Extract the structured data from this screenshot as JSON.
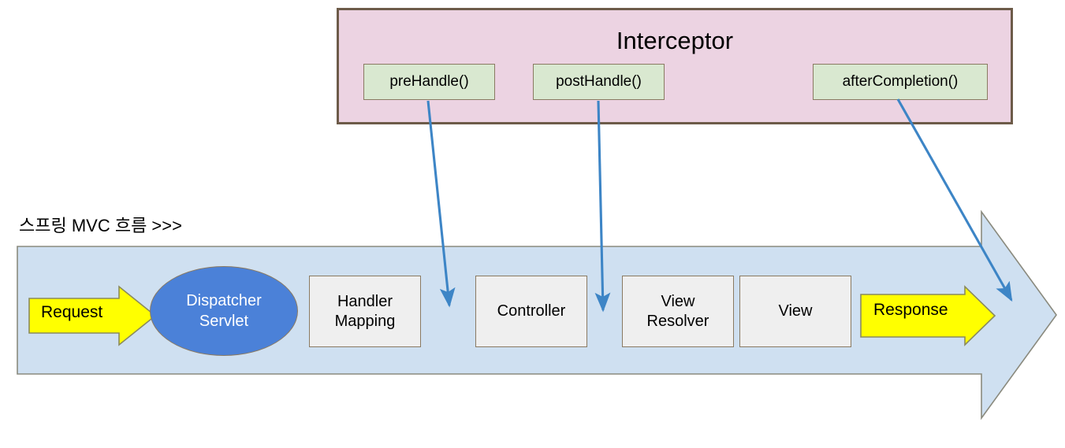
{
  "diagram": {
    "title_label": "스프링 MVC 흐름 >>>",
    "colors": {
      "interceptor_fill": "#ecd3e2",
      "interceptor_border": "#6d5b49",
      "method_fill": "#d9e8d0",
      "method_border": "#8a7a62",
      "band_fill": "#cfe0f1",
      "band_border": "#8a8a7e",
      "node_fill": "#efefef",
      "node_border": "#8a7a62",
      "dispatcher_fill": "#4b81d8",
      "dispatcher_text": "#ffffff",
      "yellow_fill": "#ffff00",
      "yellow_border": "#8a8a5e",
      "connector_stroke": "#3d85c6"
    }
  },
  "interceptor": {
    "title": "Interceptor",
    "methods": [
      {
        "id": "preHandle",
        "label": "preHandle()"
      },
      {
        "id": "postHandle",
        "label": "postHandle()"
      },
      {
        "id": "afterCompletion",
        "label": "afterCompletion()"
      }
    ]
  },
  "flow": {
    "request_label": "Request",
    "response_label": "Response",
    "dispatcher_line1": "Dispatcher",
    "dispatcher_line2": "Servlet",
    "nodes": [
      {
        "id": "handler-mapping",
        "line1": "Handler",
        "line2": "Mapping"
      },
      {
        "id": "controller",
        "line1": "Controller",
        "line2": ""
      },
      {
        "id": "view-resolver",
        "line1": "View",
        "line2": "Resolver"
      },
      {
        "id": "view",
        "line1": "View",
        "line2": ""
      }
    ]
  },
  "connectors": [
    {
      "id": "prehandle-to-controller",
      "from": "preHandle()",
      "to": "before Controller"
    },
    {
      "id": "posthandle-to-viewresolver",
      "from": "postHandle()",
      "to": "after Controller"
    },
    {
      "id": "aftercompletion-to-response",
      "from": "afterCompletion()",
      "to": "after Response"
    }
  ]
}
